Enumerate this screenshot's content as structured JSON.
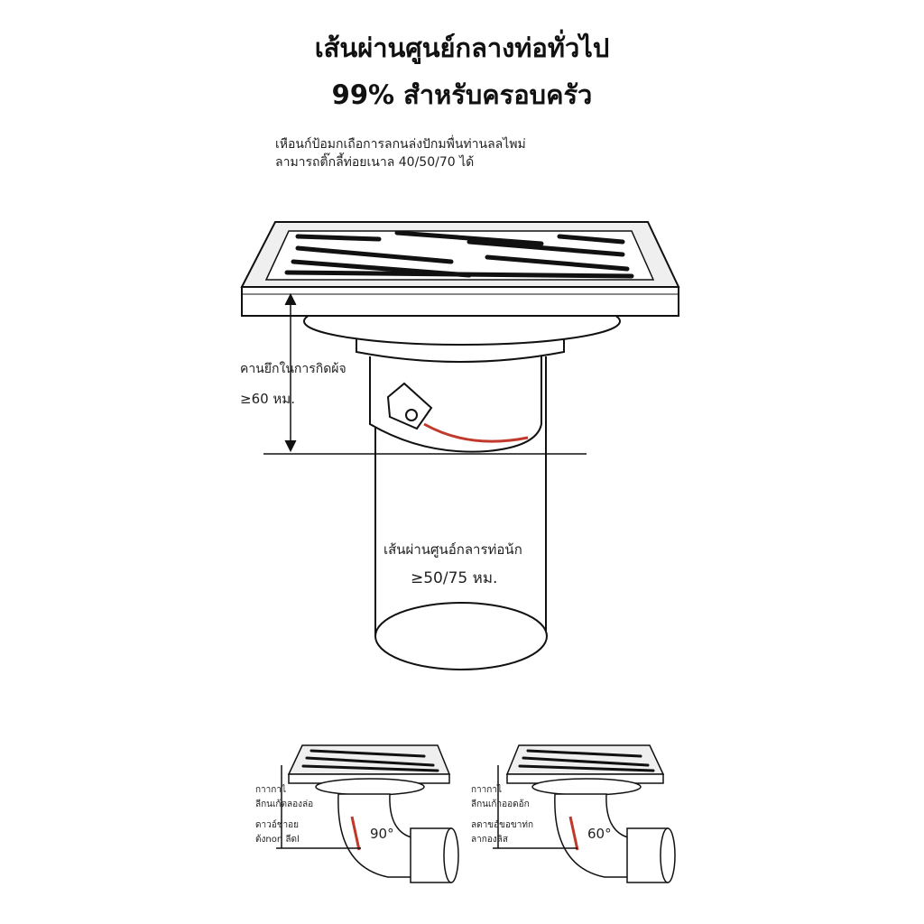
{
  "title": {
    "line1": "เส้นผ่านศูนย์กลางท่อทั่วไป",
    "line2": "99% สำหรับครอบครัว"
  },
  "note": {
    "line1": "เหือนก์ป้อมกเถือการลกนล่งปักมพื่นท่านลลไพม่",
    "line2": "ลามารถติ๊กลี้ท่อยเนาล 40/50/70 ได้"
  },
  "depth": {
    "label": "คานยึกในการกิดผ้จ",
    "value": "≥60 หม."
  },
  "pipe": {
    "label": "เส้นผ่านศูนอ์กลารท่อน้ก",
    "value": "≥50/75 หม."
  },
  "elbow_90": {
    "angle": "90°",
    "lines": [
      "กาากาไ",
      "ลีกนเก้ตลองล่อ",
      "ดาวอ์ชาอย",
      "ต้งnon ลีดl"
    ]
  },
  "elbow_60": {
    "angle": "60°",
    "lines": [
      "กาากาไ",
      "ลีกนเก้าออดอ้ก",
      "ลดาขอ์ขอขาท่ก",
      "ลากองลิส"
    ]
  },
  "colors": {
    "ink": "#111111",
    "steel": "#d9d9d9",
    "seal": "#c0392b"
  }
}
